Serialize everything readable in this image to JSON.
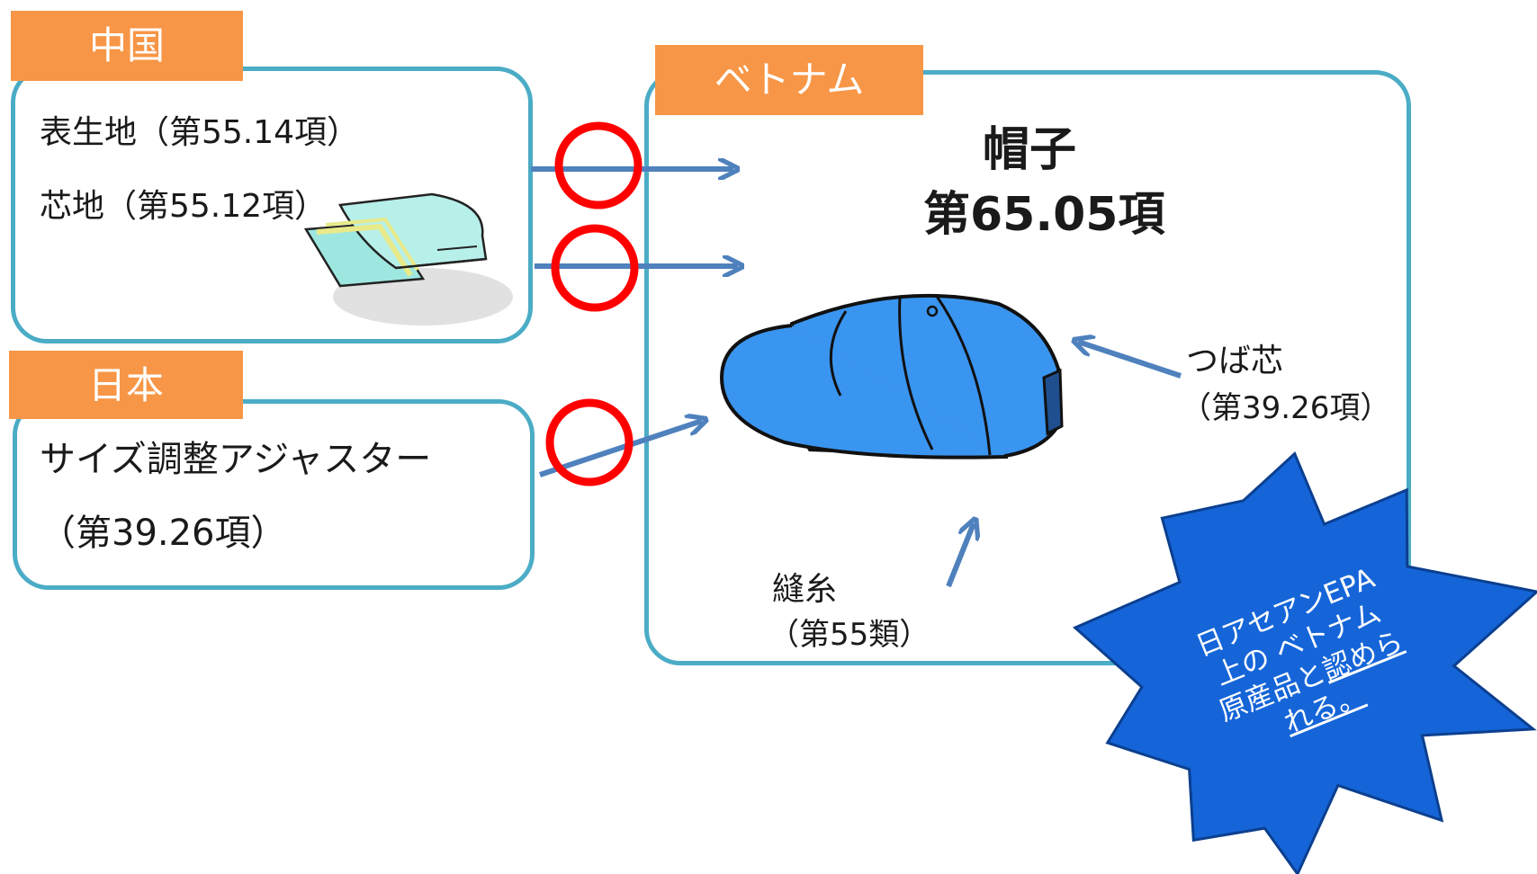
{
  "china": {
    "tag": "中国",
    "item1": "表生地（第55.14項）",
    "item2": "芯地（第55.12項）"
  },
  "japan": {
    "tag": "日本",
    "line1": "サイズ調整アジャスター",
    "line2": "（第39.26項）"
  },
  "vietnam": {
    "tag": "ベトナム",
    "product": "帽子",
    "heading": "第65.05項",
    "brim_label": "つば芯",
    "brim_code": "（第39.26項）",
    "thread_label": "縫糸",
    "thread_code": "（第55類）"
  },
  "starburst": {
    "line1": "日アセアンEPA",
    "line2": "上の ベトナム",
    "line3a": "原産品と",
    "line3b": "認めら",
    "line4": "れる。"
  },
  "colors": {
    "box_border": "#4bacc6",
    "tag_fill": "#f79646",
    "arrow": "#4f81bd",
    "ok_circle": "#ff0000",
    "star_fill": "#1565d8",
    "cap_fill": "#3a95f0"
  },
  "icons": [
    "fabric-icon",
    "cap-icon",
    "ok-circle-icon",
    "starburst-icon"
  ]
}
